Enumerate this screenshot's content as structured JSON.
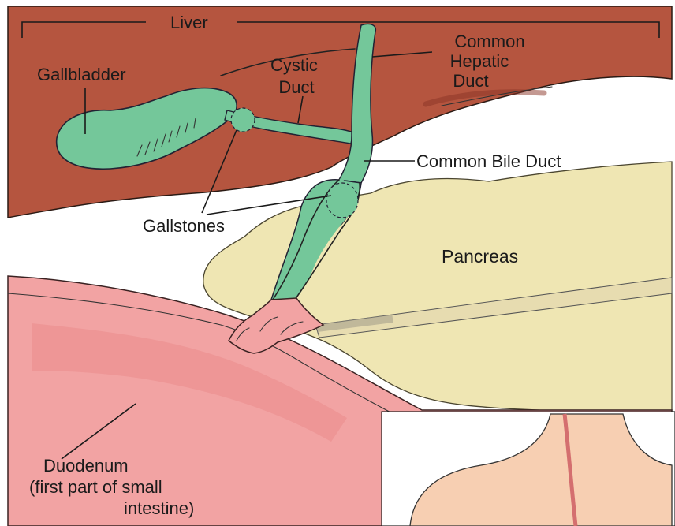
{
  "labels": {
    "liver": "Liver",
    "gallbladder": "Gallbladder",
    "cystic_duct": [
      "Cystic",
      "Duct"
    ],
    "common_hepatic_duct": [
      "Common",
      "Hepatic",
      "Duct"
    ],
    "common_bile_duct": "Common Bile Duct",
    "gallstones": "Gallstones",
    "pancreas": "Pancreas",
    "duodenum": [
      "Duodenum",
      "(first part of small",
      "intestine)"
    ]
  },
  "colors": {
    "liver": "#b5553f",
    "liver_shade": "#9e3f2d",
    "bile_ducts": "#74c79a",
    "pancreas": "#efe6b3",
    "duodenum": "#f2a3a3",
    "duodenum_inner": "#e98888",
    "skin_inset": "#f7cfb2"
  }
}
